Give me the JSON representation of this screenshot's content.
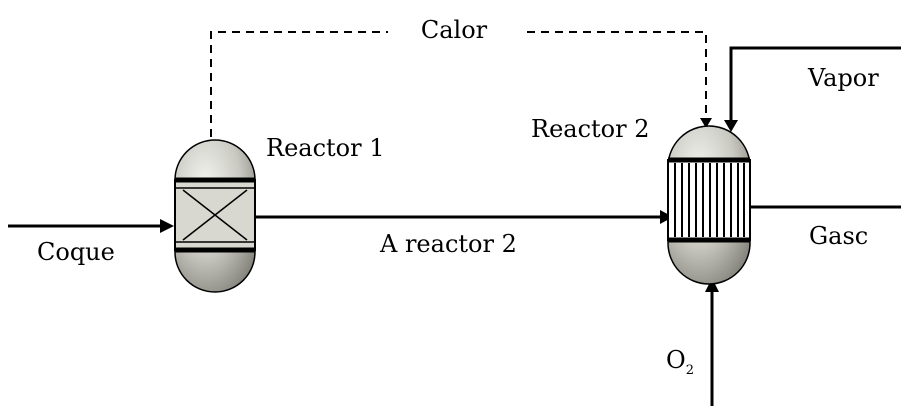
{
  "diagram": {
    "heat_label": "Calor",
    "reactor1_label": "Reactor 1",
    "reactor2_label": "Reactor 2",
    "feed_label": "Coque",
    "transfer_label": "A reactor 2",
    "steam_label": "Vapor",
    "product_label": "Gasc",
    "oxygen_label": "O",
    "oxygen_subscript": "2"
  },
  "colors": {
    "line": "#000000",
    "vessel_light": "#f4f4f0",
    "vessel_dark": "#8a8a82"
  }
}
